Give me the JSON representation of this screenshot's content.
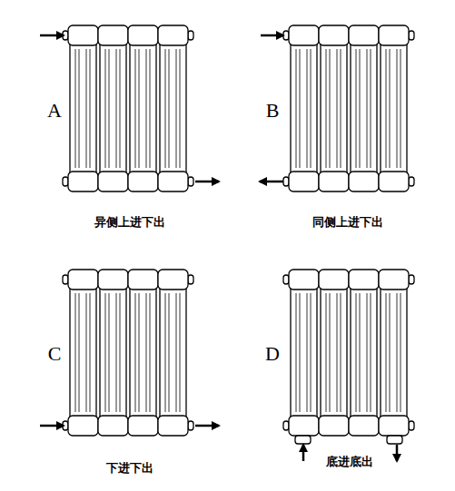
{
  "diagram": {
    "labels": [
      "A",
      "异侧上进下出",
      "B",
      "同侧上进下出",
      "C",
      "下进下出",
      "D",
      "底进底出"
    ]
  }
}
